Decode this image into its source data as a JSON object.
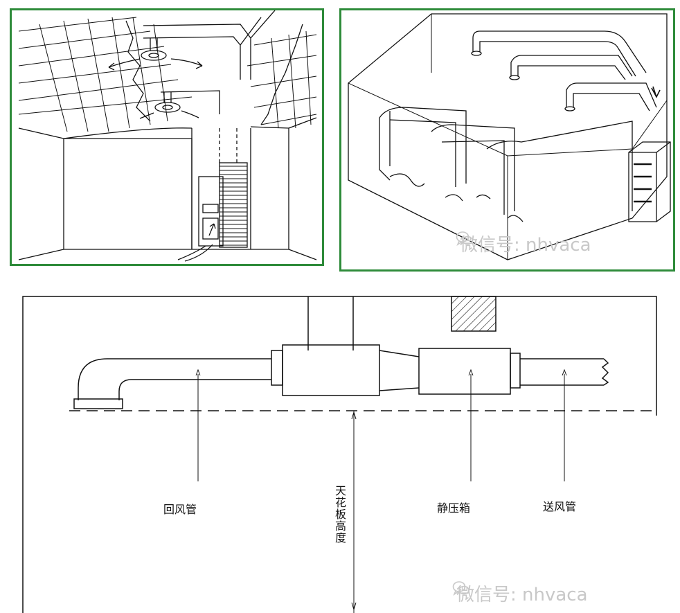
{
  "labels": {
    "return_duct": "回风管",
    "ceiling_height": "天花板高度",
    "plenum_box": "静压箱",
    "supply_duct": "送风管"
  },
  "watermark": {
    "text": "微信号: nhvaca",
    "icon": "wechat-icon"
  },
  "colors": {
    "panel_border": "#2e8b3a",
    "line": "#111111",
    "watermark": "#c8c8c8"
  }
}
